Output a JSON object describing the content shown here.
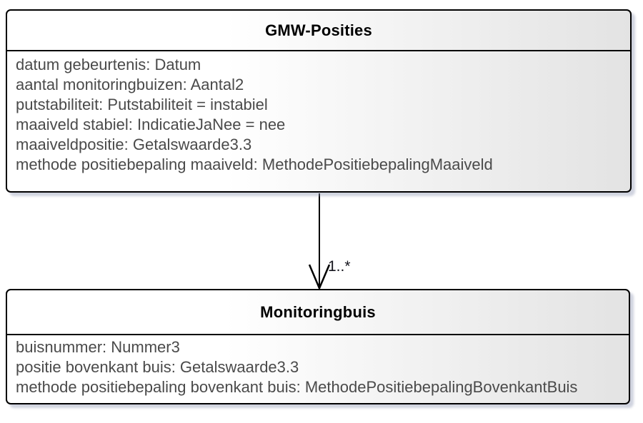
{
  "uml": {
    "classes": [
      {
        "name": "GMW-Posities",
        "attributes": [
          "datum gebeurtenis: Datum",
          "aantal monitoringbuizen: Aantal2",
          "putstabiliteit: Putstabiliteit = instabiel",
          "maaiveld stabiel: IndicatieJaNee = nee",
          "maaiveldpositie: Getalswaarde3.3",
          "methode positiebepaling maaiveld: MethodePositiebepalingMaaiveld"
        ]
      },
      {
        "name": "Monitoringbuis",
        "attributes": [
          "buisnummer: Nummer3",
          "positie bovenkant buis: Getalswaarde3.3",
          "methode positiebepaling bovenkant buis: MethodePositiebepalingBovenkantBuis"
        ]
      }
    ],
    "association": {
      "from": "GMW-Posities",
      "to": "Monitoringbuis",
      "multiplicity": "1..*",
      "arrow_style": "open-arrowhead"
    },
    "colors": {
      "box_border": "#000000",
      "box_fill_left": "#ffffff",
      "box_fill_right": "#e3e3e3",
      "box_shadow": "#cfd3e0",
      "title_text": "#000000",
      "attribute_text": "#4a4a4a",
      "line": "#000000",
      "background": "#ffffff"
    }
  }
}
